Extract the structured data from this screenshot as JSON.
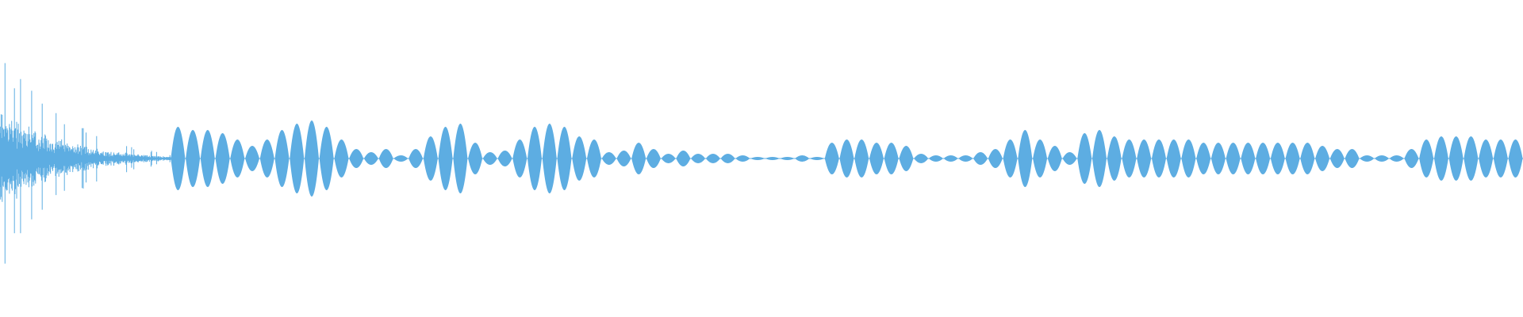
{
  "waveform": {
    "color": "#5DADE2",
    "background": "#FFFFFF",
    "attack": {
      "peak_amplitude": 0.68,
      "decay_to": 0.1,
      "typical_to_peak_ratio": 0.45
    },
    "lobe_amplitudes": [
      0.2,
      0.18,
      0.18,
      0.16,
      0.12,
      0.08,
      0.12,
      0.18,
      0.22,
      0.24,
      0.2,
      0.12,
      0.06,
      0.04,
      0.06,
      0.02,
      0.06,
      0.14,
      0.2,
      0.22,
      0.1,
      0.04,
      0.05,
      0.12,
      0.2,
      0.22,
      0.2,
      0.14,
      0.12,
      0.04,
      0.05,
      0.1,
      0.06,
      0.03,
      0.05,
      0.03,
      0.03,
      0.03,
      0.02,
      0.01,
      0.01,
      0.01,
      0.02,
      0.01,
      0.1,
      0.12,
      0.12,
      0.1,
      0.1,
      0.08,
      0.03,
      0.02,
      0.02,
      0.02,
      0.04,
      0.06,
      0.12,
      0.18,
      0.12,
      0.08,
      0.04,
      0.16,
      0.18,
      0.14,
      0.12,
      0.12,
      0.12,
      0.12,
      0.12,
      0.1,
      0.1,
      0.1,
      0.1,
      0.1,
      0.1,
      0.1,
      0.1,
      0.08,
      0.06,
      0.06,
      0.02,
      0.02,
      0.02,
      0.06,
      0.12,
      0.14,
      0.14,
      0.14,
      0.12,
      0.12,
      0.12
    ]
  }
}
